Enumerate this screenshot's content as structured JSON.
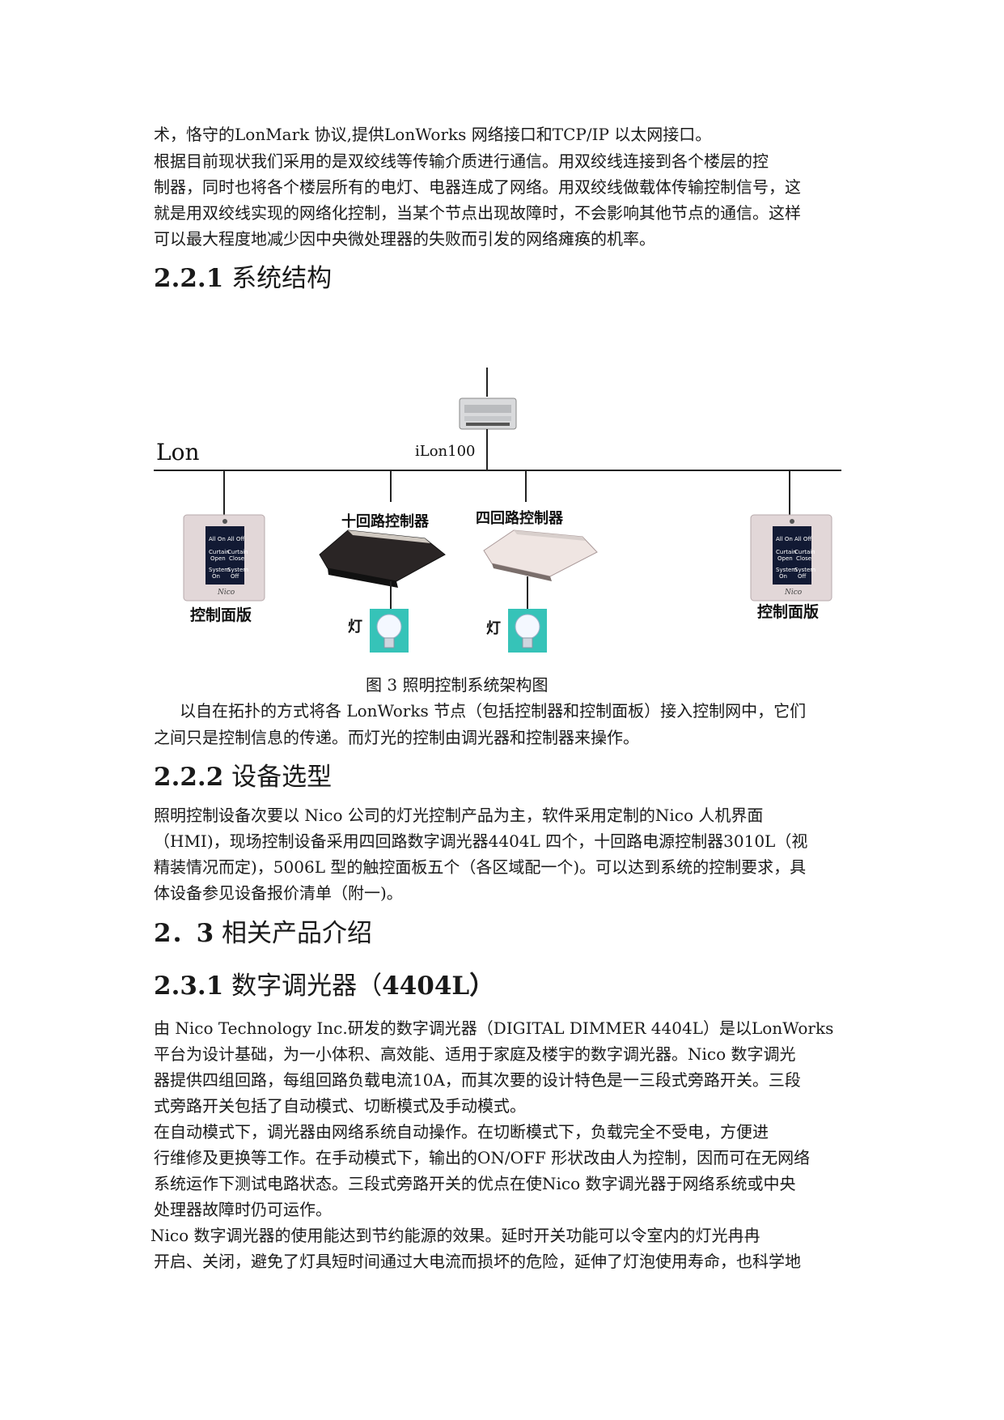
{
  "paragraphs": {
    "p1": [
      "术，恪守的LonMark 协议,提供LonWorks 网络接口和TCP/IP 以太网接口。",
      "根据目前现状我们采用的是双绞线等传输介质进行通信。用双绞线连接到各个楼层的控",
      "制器，同时也将各个楼层所有的电灯、电器连成了网络。用双绞线做载体传输控制信号，这",
      "就是用双绞线实现的网络化控制，当某个节点出现故障时，不会影响其他节点的通信。这样",
      "可以最大程度地减少因中央微处理器的失败而引发的网络瘫痪的机率。"
    ],
    "p2": [
      "以自在拓扑的方式将各 LonWorks 节点（包括控制器和控制面板）接入控制网中，它们",
      "之间只是控制信息的传递。而灯光的控制由调光器和控制器来操作。"
    ],
    "p3": [
      "照明控制设备次要以 Nico 公司的灯光控制产品为主，软件采用定制的Nico 人机界面",
      "（HMI)，现场控制设备采用四回路数字调光器4404L 四个，十回路电源控制器3010L（视",
      "精装情况而定)，5006L 型的触控面板五个（各区域配一个)。可以达到系统的控制要求，具",
      "体设备参见设备报价清单（附一)。"
    ],
    "p4": [
      "由 Nico Technology Inc.研发的数字调光器（DIGITAL DIMMER 4404L）是以LonWorks",
      "平台为设计基础，为一小体积、高效能、适用于家庭及楼宇的数字调光器。Nico 数字调光",
      "器提供四组回路，每组回路负载电流10A，而其次要的设计特色是一三段式旁路开关。三段",
      "式旁路开关包括了自动模式、切断模式及手动模式。",
      "在自动模式下，调光器由网络系统自动操作。在切断模式下，负载完全不受电，方便进",
      "行维修及更换等工作。在手动模式下，输出的ON/OFF 形状改由人为控制，因而可在无网络",
      "系统运作下测试电路状态。三段式旁路开关的优点在使Nico 数字调光器于网络系统或中央",
      "处理器故障时仍可运作。",
      "Nico 数字调光器的使用能达到节约能源的效果。延时开关功能可以令室内的灯光冉冉",
      "开启、关闭，避免了灯具短时间通过大电流而损坏的危险，延伸了灯泡使用寿命，也科学地"
    ]
  },
  "headings": {
    "h221": {
      "num": "2.2.1",
      "text": "系统结构"
    },
    "h222": {
      "num": "2.2.2",
      "text": "设备选型"
    },
    "h23": {
      "num": "2．3",
      "text": "相关产品介绍"
    },
    "h231": {
      "num": "2.3.1",
      "text": "数字调光器（",
      "tail": "4404L）"
    }
  },
  "figure": {
    "caption": "图 3 照明控制系统架构图",
    "bus_label": "Lon",
    "gateway_label": "iLon100",
    "ctrl10_label": "十回路控制器",
    "ctrl4_label": "四回路控制器",
    "panel_label": "控制面版",
    "lamp_label": "灯",
    "panel_buttons": [
      "All On",
      "All Off",
      "Curtain",
      "Curtain",
      "Open",
      "Close",
      "System",
      "System",
      "On",
      "Off"
    ],
    "panel_brand": "Nico"
  }
}
